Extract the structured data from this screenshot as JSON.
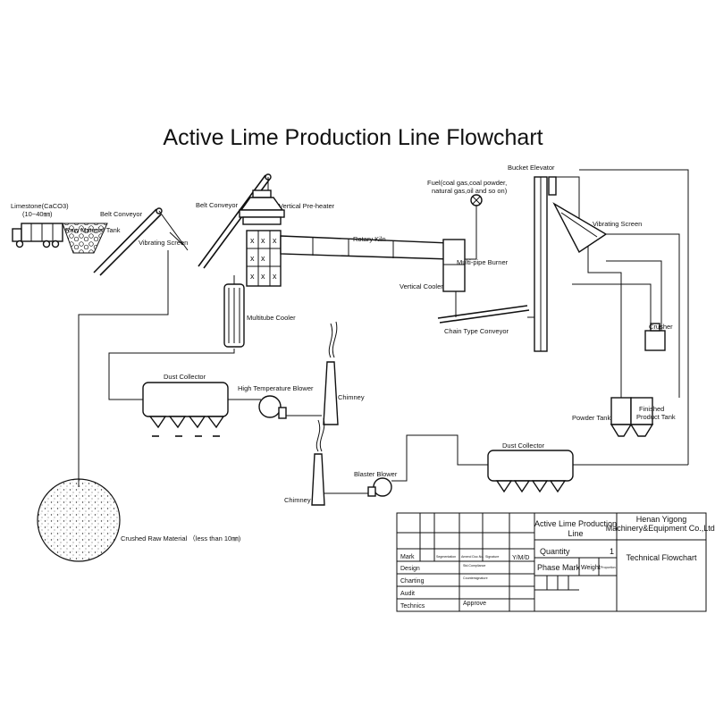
{
  "title": "Active Lime Production Line Flowchart",
  "labels": {
    "limestone": "Limestone(CaCO3)",
    "limestone_size": "(10~40㎜)",
    "raw_material_tank": "Raw Material Tank",
    "belt_conveyor_1": "Belt Conveyor",
    "vibrating_screen_1": "Vibrating Screen",
    "belt_conveyor_2": "Belt Conveyor",
    "vertical_preheater": "Vertical Pre-heater",
    "rotary_kiln": "Rotary Kiln",
    "fuel_1": "Fuel(coal gas,coal powder,",
    "fuel_2": "natural gas,oil and so on)",
    "multi_pipe_burner": "Multi-pipe Burner",
    "vertical_cooler": "Vertical Cooler",
    "chain_type_conveyor": "Chain Type Conveyor",
    "bucket_elevator": "Bucket Elevator",
    "vibrating_screen_2": "Vibrating Screen",
    "crusher": "Crusher",
    "powder_tank": "Powder Tank",
    "finished_product_tank_1": "Finished",
    "finished_product_tank_2": "Product Tank",
    "multitube_cooler": "Multitube Cooler",
    "dust_collector_1": "Dust Collector",
    "high_temperature_blower": "High Temperature Blower",
    "chimney_1": "Chimney",
    "dust_collector_2": "Dust Collector",
    "blaster_blower": "Blaster Blower",
    "chimney_2": "Chimney",
    "crushed_raw_material": "Crushed Raw Material （less than 10㎜)"
  },
  "title_block": {
    "project_1": "Active Lime Production",
    "project_2": "Line",
    "company_1": "Henan Yigong",
    "company_2": "Machinery&Equipment Co.,Ltd.",
    "mark": "Mark",
    "seg_status": "Segmentation",
    "amend_doc": "Amend Doc.No.",
    "signature": "Signature",
    "ymd": "Y/M/D",
    "quantity": "Quantity",
    "quantity_value": "1",
    "phase_mark": "Phase Mark",
    "weight": "Weight",
    "proportion": "Proportion",
    "drawing_title": "Technical Flowchart",
    "design": "Design",
    "charting": "Charting",
    "audit": "Audit",
    "technics": "Technics",
    "approve": "Approve",
    "std_check": "Std.Compliance",
    "countersign": "Countersignature"
  },
  "colors": {
    "line": "#111111",
    "background": "#ffffff"
  }
}
